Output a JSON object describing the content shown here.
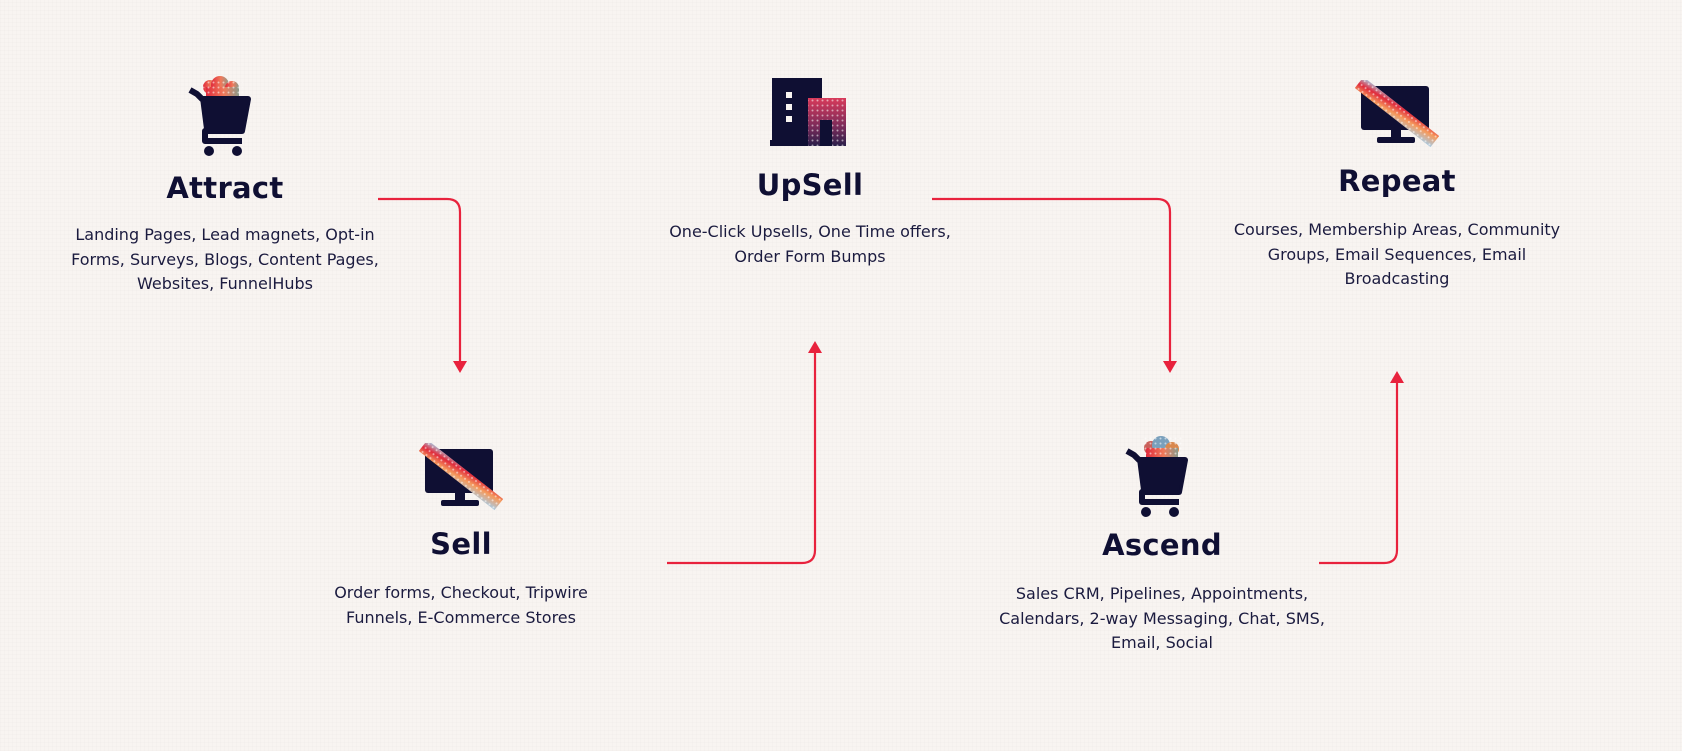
{
  "steps": [
    {
      "id": "attract",
      "title": "Attract",
      "icon": "shopping-cart-icon",
      "description": "Landing Pages, Lead magnets, Opt-in Forms, Surveys, Blogs, Content Pages, Websites, FunnelHubs"
    },
    {
      "id": "sell",
      "title": "Sell",
      "icon": "monitor-icon",
      "description": "Order forms, Checkout, Tripwire Funnels, E-Commerce Stores"
    },
    {
      "id": "upsell",
      "title": "UpSell",
      "icon": "building-icon",
      "description": "One-Click Upsells, One Time offers, Order Form Bumps"
    },
    {
      "id": "ascend",
      "title": "Ascend",
      "icon": "shopping-cart-icon",
      "description": "Sales CRM, Pipelines, Appointments, Calendars, 2-way Messaging, Chat, SMS, Email, Social"
    },
    {
      "id": "repeat",
      "title": "Repeat",
      "icon": "monitor-icon",
      "description": "Courses, Membership Areas, Community Groups, Email Sequences, Email Broadcasting"
    }
  ],
  "colors": {
    "background": "#f8f4f1",
    "text": "#0f0f33",
    "connector": "#e8223d",
    "accent_red": "#e02a3c",
    "accent_orange": "#f59a5c",
    "accent_light_blue": "#a9cbe3"
  }
}
